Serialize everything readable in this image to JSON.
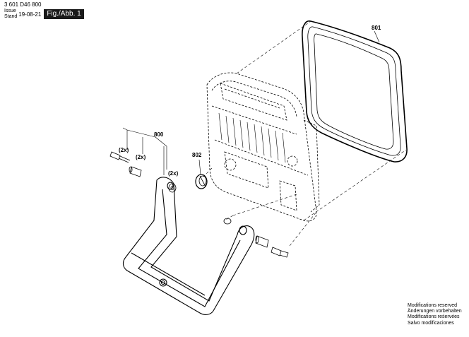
{
  "header": {
    "part_number": "3 601 D46 800",
    "issue_label": "Issue",
    "stand_label": "Stand",
    "date": "19-08-21",
    "figure": "Fig./Abb. 1"
  },
  "callouts": {
    "gasket": "801",
    "stand": "800",
    "cap": "802",
    "qty_screw": "(2x)",
    "qty_bushing": "(2x)",
    "qty_washer": "(2x)"
  },
  "modifications": [
    "Modifications reserved",
    "Änderungen vorbehalten",
    "Modifications reśervées",
    "Salvo modificaciones"
  ],
  "colors": {
    "line": "#000000",
    "background": "#ffffff",
    "figure_badge": "#1a1a1a"
  }
}
